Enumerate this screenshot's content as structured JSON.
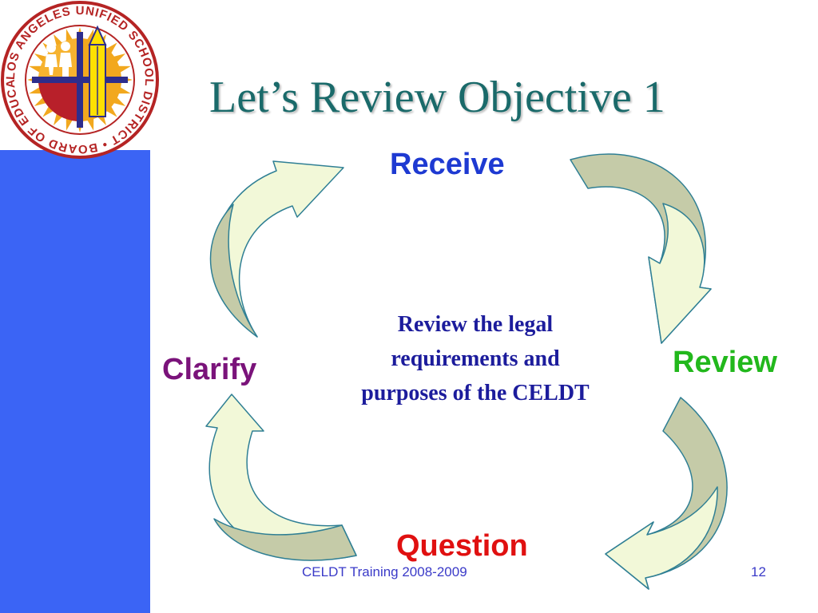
{
  "slide": {
    "title": "Let’s Review Objective 1",
    "center_text": [
      "Review the legal",
      "requirements and",
      "purposes of the CELDT"
    ]
  },
  "logo": {
    "ring_text": "LOS ANGELES UNIFIED SCHOOL DISTRICT • BOARD OF EDUCATION •"
  },
  "cycle": {
    "steps": [
      {
        "label": "Receive",
        "color": "#1e3ad2"
      },
      {
        "label": "Review",
        "color": "#22b81c"
      },
      {
        "label": "Question",
        "color": "#e01010"
      },
      {
        "label": "Clarify",
        "color": "#7a137a"
      }
    ],
    "arrow_colors": {
      "light": "#f2f8d8",
      "shade": "#c5cba8",
      "outline": "#2f7f94"
    }
  },
  "footer": {
    "course": "CELDT Training 2008-2009",
    "page_number": "12"
  },
  "colors": {
    "sidebar": "#3b64f5",
    "title": "#1a6a6a"
  }
}
